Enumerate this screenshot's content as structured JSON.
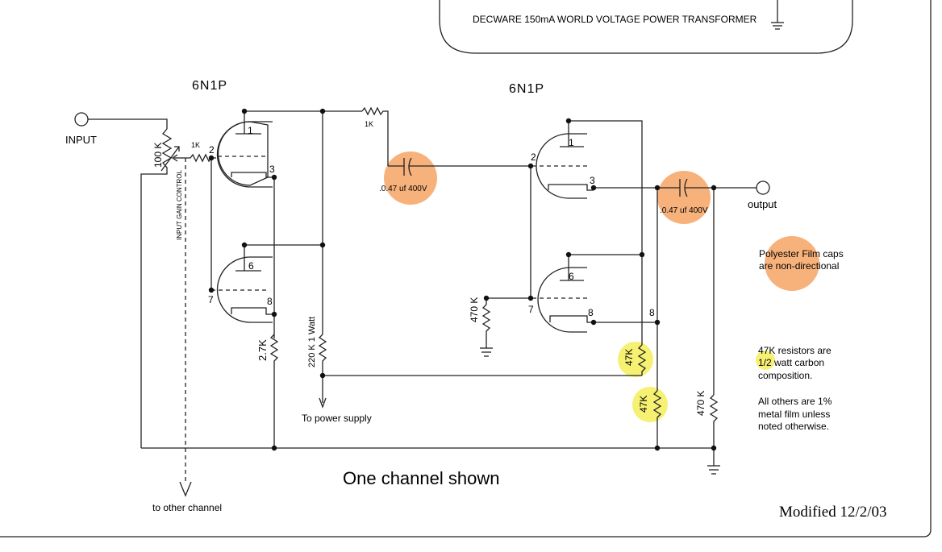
{
  "transformer": {
    "label": "DECWARE  150mA WORLD VOLTAGE POWER TRANSFORMER"
  },
  "tubes": {
    "v1_label": "6N1P",
    "v2_label": "6N1P"
  },
  "pins": {
    "p1": "1",
    "p2": "2",
    "p3": "3",
    "p6": "6",
    "p7": "7",
    "p8": "8"
  },
  "labels": {
    "input": "INPUT",
    "output": "output",
    "pot": "100 K",
    "gain_control": "INPUT GAIN CONTROL",
    "r_grid": "1K",
    "r_plate": "1K",
    "r_cathode": "2.7K",
    "r_supply": "220 K  1 Watt",
    "r_bias": "470 K",
    "r_load1": "47K",
    "r_load2": "47K",
    "r_out": "470 K",
    "cap1": ".0.47 uf 400V",
    "cap2": ".0.47 uf 400V",
    "to_power": "To power supply",
    "to_other": "to other channel",
    "one_channel": "One channel shown",
    "modified": "Modified 12/2/03"
  },
  "notes": {
    "caps_line1": "Polyester Film caps",
    "caps_line2": "are non-directional",
    "res_line1": "47K resistors are",
    "res_line2": "1/2 watt carbon",
    "res_line3": "composition.",
    "res_line4": "All others are 1%",
    "res_line5": "metal film unless",
    "res_line6": "noted otherwise."
  },
  "colors": {
    "orange_highlight": "#f6a565",
    "yellow_highlight": "#f4ef5a"
  }
}
